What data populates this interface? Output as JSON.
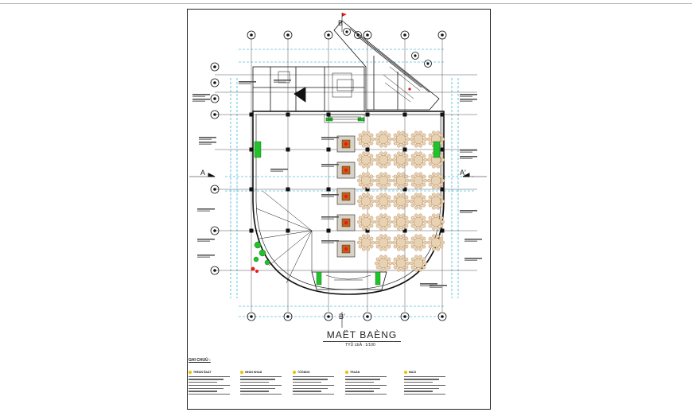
{
  "drawing": {
    "title": "MAËT BAÈNG",
    "scale": "TYÛ LEÄ : 1/100",
    "section_markers": {
      "a_left": "A",
      "a_right": "A'",
      "b_top": "B",
      "b_bottom": "B'"
    },
    "legend": {
      "heading": "GHI CHUÙ :",
      "columns": [
        {
          "head": "TREÂN ÑAÁT"
        },
        {
          "head": "NEÀN NHAØ"
        },
        {
          "head": "TÖÔØNG"
        },
        {
          "head": "TRAÀN"
        },
        {
          "head": "MAÙI"
        }
      ]
    },
    "colors": {
      "line": "#222222",
      "grid_dash": "#00a0c8",
      "table_fill": "#e8d2b4",
      "table_stroke": "#b07a40",
      "planter": "#22c22a",
      "accent_red": "#e81a1a",
      "column": "#111111"
    },
    "banquet_tables": {
      "rows": 7,
      "cols": 5
    },
    "podium_items": 5
  }
}
